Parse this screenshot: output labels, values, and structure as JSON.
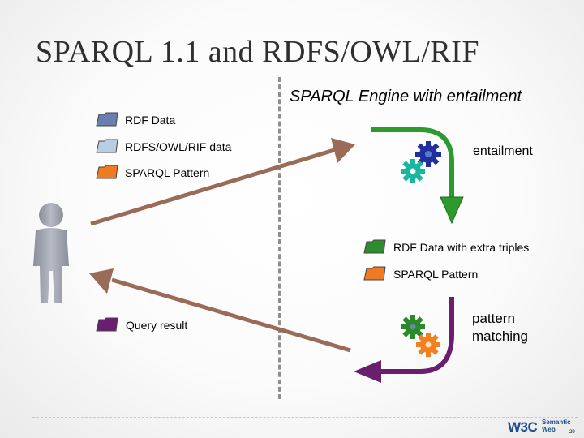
{
  "title": "SPARQL 1.1 and RDFS/OWL/RIF",
  "engine_label": "SPARQL Engine with entailment",
  "inputs": [
    {
      "label": "RDF Data",
      "color": "#6a7fb0"
    },
    {
      "label": "RDFS/OWL/RIF data",
      "color": "#b9cde5"
    },
    {
      "label": "SPARQL Pattern",
      "color": "#f07a21"
    }
  ],
  "entailment_label": "entailment",
  "intermediate": [
    {
      "label": "RDF Data with extra triples",
      "color": "#2e8b2e"
    },
    {
      "label": "SPARQL Pattern",
      "color": "#f07a21"
    }
  ],
  "pattern_matching_label": "pattern matching",
  "result_label": "Query result",
  "result_color": "#6a1f6e",
  "footer": {
    "logo": "W3C",
    "tag_line1": "Semantic",
    "tag_line2": "Web",
    "page_number": "29"
  }
}
